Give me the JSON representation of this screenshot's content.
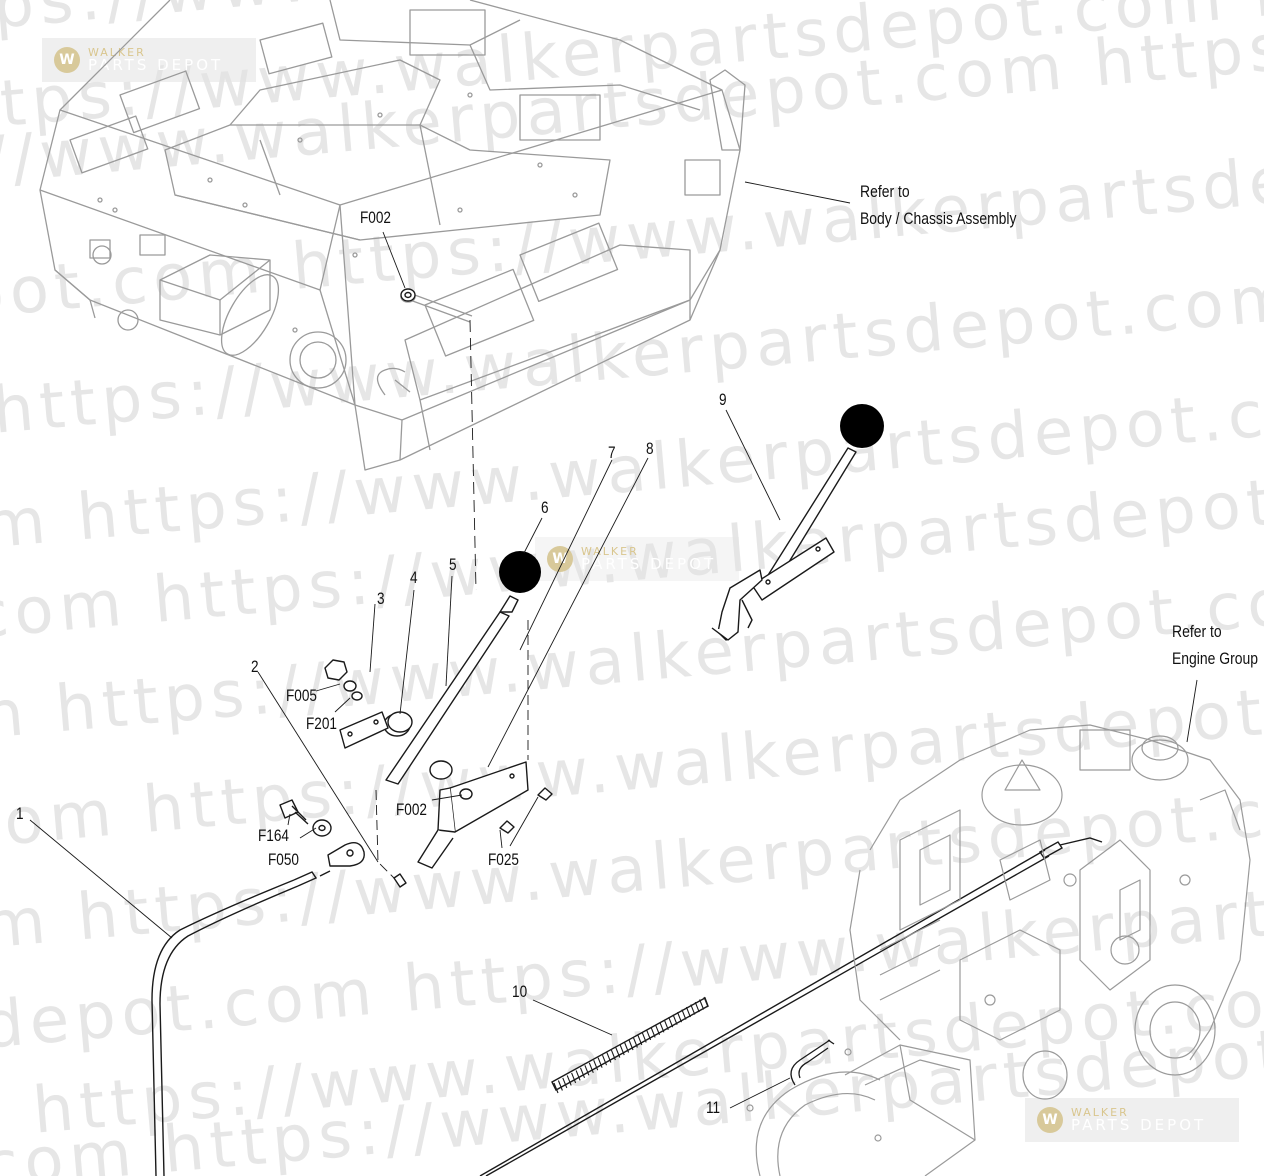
{
  "watermark": {
    "lines": [
      "ps://www.walkerpartsdepot.com   https://",
      "https://www.walkerpartsdepot.com   https://",
      "pot.com   https://www.walkerpartsdepot.co",
      "com   https://www.walkerpartsdepot.com   https",
      "https://www.walkerpartsdepot.com   ht",
      "m   https://www.walkerpartsdepot.com",
      "com   https://www.walkerpartsdepot.com   htt",
      "n   https://www.walkerpartsdepot.com   https",
      "com   https://www.walkerpartsdepot.com   ht",
      "m   https://www.walkerpartsdepot.com",
      "depot.com   https://www.walkerpartsdepot.com",
      "https://www.walkerpartsdepot.com   https://",
      "com   https://www.walkerpartsdepot.com"
    ],
    "logo_line1": "WALKER",
    "logo_line2": "PARTS DEPOT",
    "logo_mark": "W"
  },
  "callouts": {
    "c1": "1",
    "c2": "2",
    "c3": "3",
    "c4": "4",
    "c5": "5",
    "c6": "6",
    "c7": "7",
    "c8": "8",
    "c9": "9",
    "c10": "10",
    "c11": "11",
    "f002_top": "F002",
    "f005": "F005",
    "f201": "F201",
    "f002_mid": "F002",
    "f025": "F025",
    "f164": "F164",
    "f050": "F050"
  },
  "notes": {
    "body_line1": "Refer to",
    "body_line2": "Body / Chassis Assembly",
    "engine_line1": "Refer to",
    "engine_line2": "Engine Group"
  },
  "colors": {
    "line_dark": "#1a1a1a",
    "line_faint": "#9a9a9a",
    "watermark": "#e6e6e6",
    "knob": "#000000"
  }
}
